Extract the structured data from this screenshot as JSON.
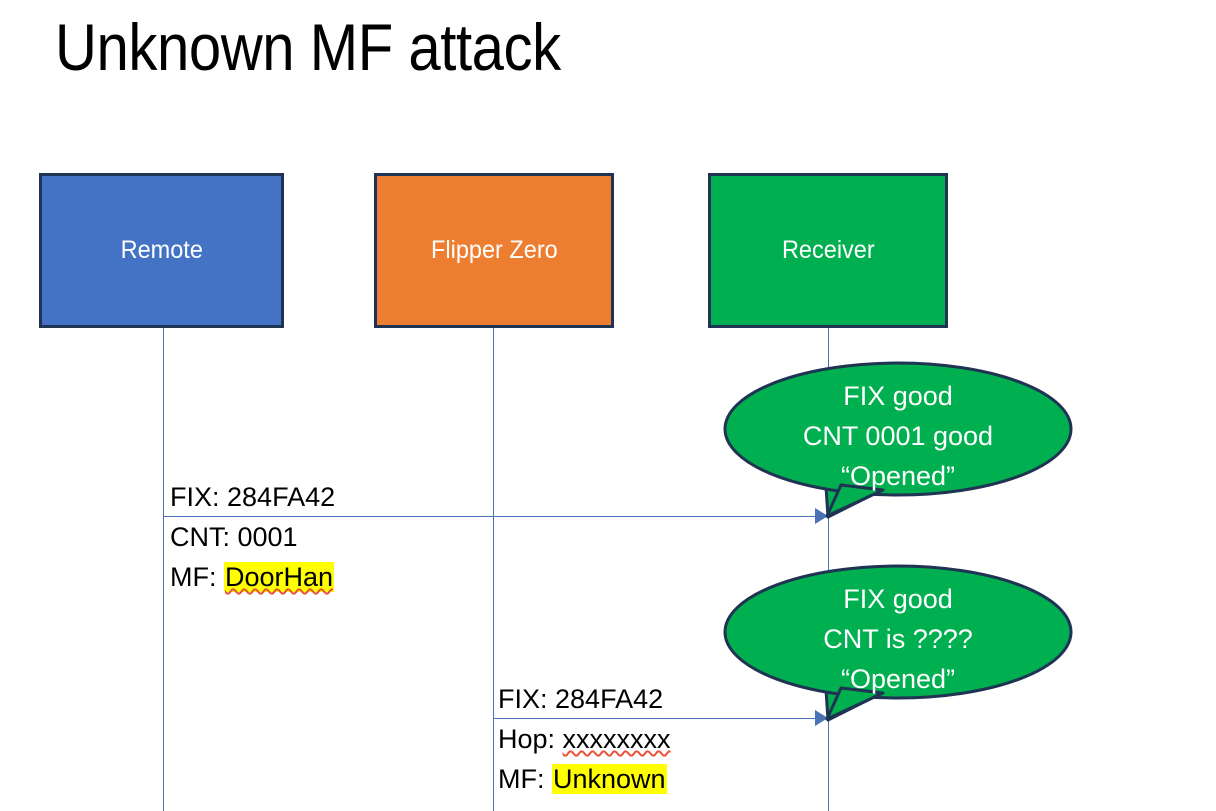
{
  "slide": {
    "title": "Unknown MF attack",
    "background_color": "#FFFFFF"
  },
  "actors": [
    {
      "id": "remote",
      "label": "Remote",
      "color": "#4472C4",
      "border_color": "#1F3353"
    },
    {
      "id": "flipper",
      "label": "Flipper Zero",
      "color": "#ED7D31",
      "border_color": "#1F3353"
    },
    {
      "id": "receiver",
      "label": "Receiver",
      "color": "#00B050",
      "border_color": "#1F3353"
    }
  ],
  "messages": [
    {
      "id": "msg-remote-to-receiver",
      "from": "remote",
      "to": "receiver",
      "lines": [
        {
          "label": "FIX: ",
          "value": "284FA42",
          "highlight": false,
          "spellcheck_error": false
        },
        {
          "label": "CNT: ",
          "value": "0001",
          "highlight": false,
          "spellcheck_error": false
        },
        {
          "label": "MF: ",
          "value": "DoorHan",
          "highlight": true,
          "spellcheck_error": true
        }
      ]
    },
    {
      "id": "msg-flipper-to-receiver",
      "from": "flipper",
      "to": "receiver",
      "lines": [
        {
          "label": "FIX: ",
          "value": "284FA42",
          "highlight": false,
          "spellcheck_error": false
        },
        {
          "label": "Hop: ",
          "value": "xxxxxxxx",
          "highlight": false,
          "spellcheck_error": true
        },
        {
          "label": "MF: ",
          "value": "Unknown",
          "highlight": true,
          "spellcheck_error": false
        }
      ]
    }
  ],
  "bubbles": [
    {
      "id": "bubble-fix-good-cnt-0001",
      "owner": "receiver",
      "fill_color": "#00B050",
      "border_color": "#1F3353",
      "lines": [
        "FIX good",
        "CNT 0001 good",
        "“Opened”"
      ]
    },
    {
      "id": "bubble-fix-good-cnt-unknown",
      "owner": "receiver",
      "fill_color": "#00B050",
      "border_color": "#1F3353",
      "lines": [
        "FIX good",
        "CNT is ????",
        "“Opened”"
      ]
    }
  ],
  "colors": {
    "lifeline": "#4A73B5",
    "arrow": "#4A73B5",
    "highlight": "#FFFF00",
    "spellcheck_underline": "#E8533A"
  }
}
